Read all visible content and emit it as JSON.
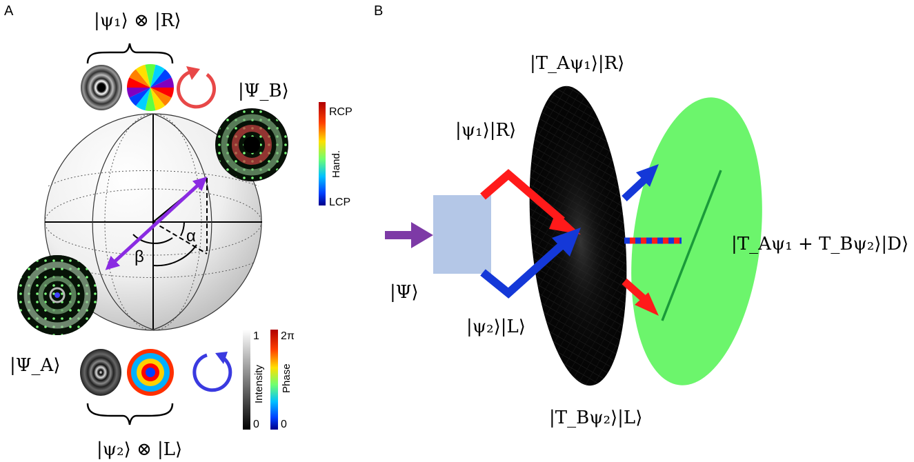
{
  "panels": {
    "a": {
      "label": "A"
    },
    "b": {
      "label": "B"
    }
  },
  "panel_a": {
    "ket_top": "|ψ₁⟩ ⊗ |R⟩",
    "ket_bottom": "|ψ₂⟩ ⊗ |L⟩",
    "ket_psi_b": "|Ψ_B⟩",
    "ket_psi_a": "|Ψ_A⟩",
    "angle_alpha": "α",
    "angle_beta": "β",
    "handedness_bar": {
      "top": "RCP",
      "mid": "Hand.",
      "bottom": "LCP"
    },
    "intensity_bar": {
      "top": "1",
      "mid": "Intensity",
      "bottom": "0"
    },
    "phase_bar": {
      "top": "2π",
      "mid": "Phase",
      "bottom": "0"
    }
  },
  "panel_b": {
    "ket_input": "|Ψ⟩",
    "ket_upper_arm": "|ψ₁⟩|R⟩",
    "ket_lower_arm": "|ψ₂⟩|L⟩",
    "ket_top": "|T_Aψ₁⟩|R⟩",
    "ket_bottom": "|T_Bψ₂⟩|L⟩",
    "ket_output": "|T_Aψ₁ + T_Bψ₂⟩|D⟩"
  },
  "colors": {
    "red_beam": "#ff1a1a",
    "blue_beam": "#1438d8",
    "purple_arrow": "#8a2be2",
    "input_arrow": "#7d3aa6",
    "beamsplitter": "#b4c7e7",
    "analyzer": "#6cf56c",
    "analyzer_line": "#1a9a3a",
    "rcp_circle": "#e84848",
    "lcp_circle": "#3a3ae0"
  },
  "icons": [
    "clockwise-circular-arrow-icon",
    "counterclockwise-circular-arrow-icon"
  ]
}
